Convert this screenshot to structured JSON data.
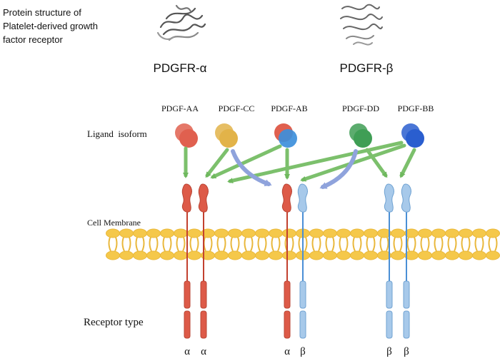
{
  "header": {
    "caption_lines": [
      "Protein structure of",
      "Platelet-derived growth",
      "factor receptor"
    ],
    "alpha_title": "PDGFR-α",
    "beta_title": "PDGFR-β",
    "alpha_structure_icon": "protein-ribbon-icon",
    "beta_structure_icon": "protein-ribbon-icon"
  },
  "labels": {
    "ligand_row": "Ligand  isoform",
    "membrane": "Cell Membrane",
    "receptor_row": "Receptor type"
  },
  "ligands": [
    {
      "name": "PDGF-AA",
      "colors": [
        "#e0604f",
        "#e0604f"
      ]
    },
    {
      "name": "PDGF-CC",
      "colors": [
        "#e2b349",
        "#e2b349"
      ]
    },
    {
      "name": "PDGF-AB",
      "colors": [
        "#e0604f",
        "#3d8fdb"
      ]
    },
    {
      "name": "PDGF-DD",
      "colors": [
        "#3f9e55",
        "#3f9e55"
      ]
    },
    {
      "name": "PDGF-BB",
      "colors": [
        "#2a5ecf",
        "#2a5ecf"
      ]
    }
  ],
  "receptors": [
    {
      "name": "αα",
      "subunits": [
        "α",
        "α"
      ]
    },
    {
      "name": "αβ",
      "subunits": [
        "α",
        "β"
      ]
    },
    {
      "name": "ββ",
      "subunits": [
        "β",
        "β"
      ]
    }
  ],
  "colors": {
    "alpha_subunit": "#dd5a48",
    "beta_subunit": "#a7c9ea",
    "beta_line": "#4a8fd6",
    "green_arrow": "#7cc06c",
    "blue_arrow": "#8fa3dc",
    "membrane_head": "#f5c84a",
    "membrane_tail": "#e9b83c"
  }
}
